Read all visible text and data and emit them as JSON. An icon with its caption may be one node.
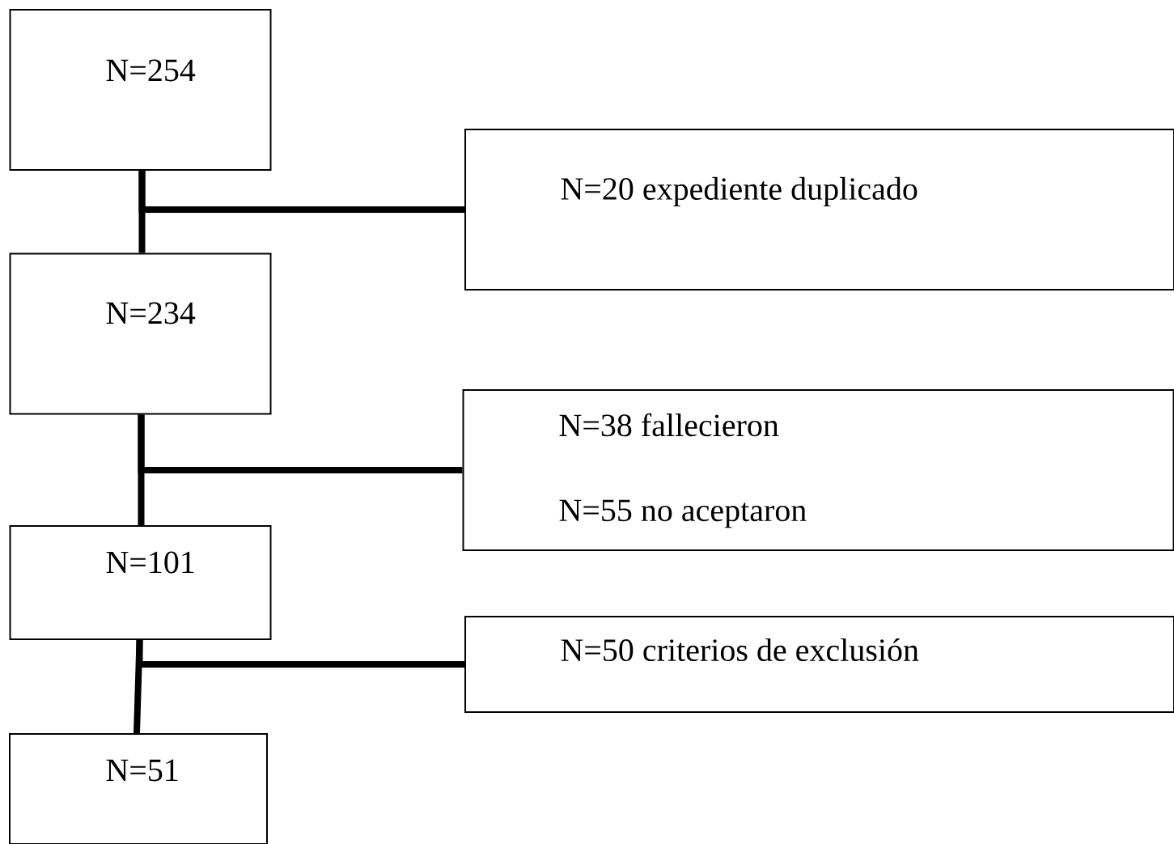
{
  "diagram": {
    "nodes": [
      {
        "text": [
          "N=254"
        ]
      },
      {
        "text": [
          "N=20 expediente duplicado"
        ]
      },
      {
        "text": [
          "N=234"
        ]
      },
      {
        "text": [
          "N=38 fallecieron",
          "N=55 no aceptaron"
        ]
      },
      {
        "text": [
          "N=101"
        ]
      },
      {
        "text": [
          "N=50 criterios de exclusión"
        ]
      },
      {
        "text": [
          "N=51"
        ]
      }
    ],
    "edges": [
      {
        "from": 0,
        "to": 2,
        "arrow": "none"
      },
      {
        "from": 0,
        "to": 1,
        "arrow": "none"
      },
      {
        "from": 2,
        "to": 4,
        "arrow": "none"
      },
      {
        "from": 2,
        "to": 3,
        "arrow": "none"
      },
      {
        "from": 4,
        "to": 6,
        "arrow": "none"
      },
      {
        "from": 4,
        "to": 5,
        "arrow": "none"
      }
    ]
  }
}
